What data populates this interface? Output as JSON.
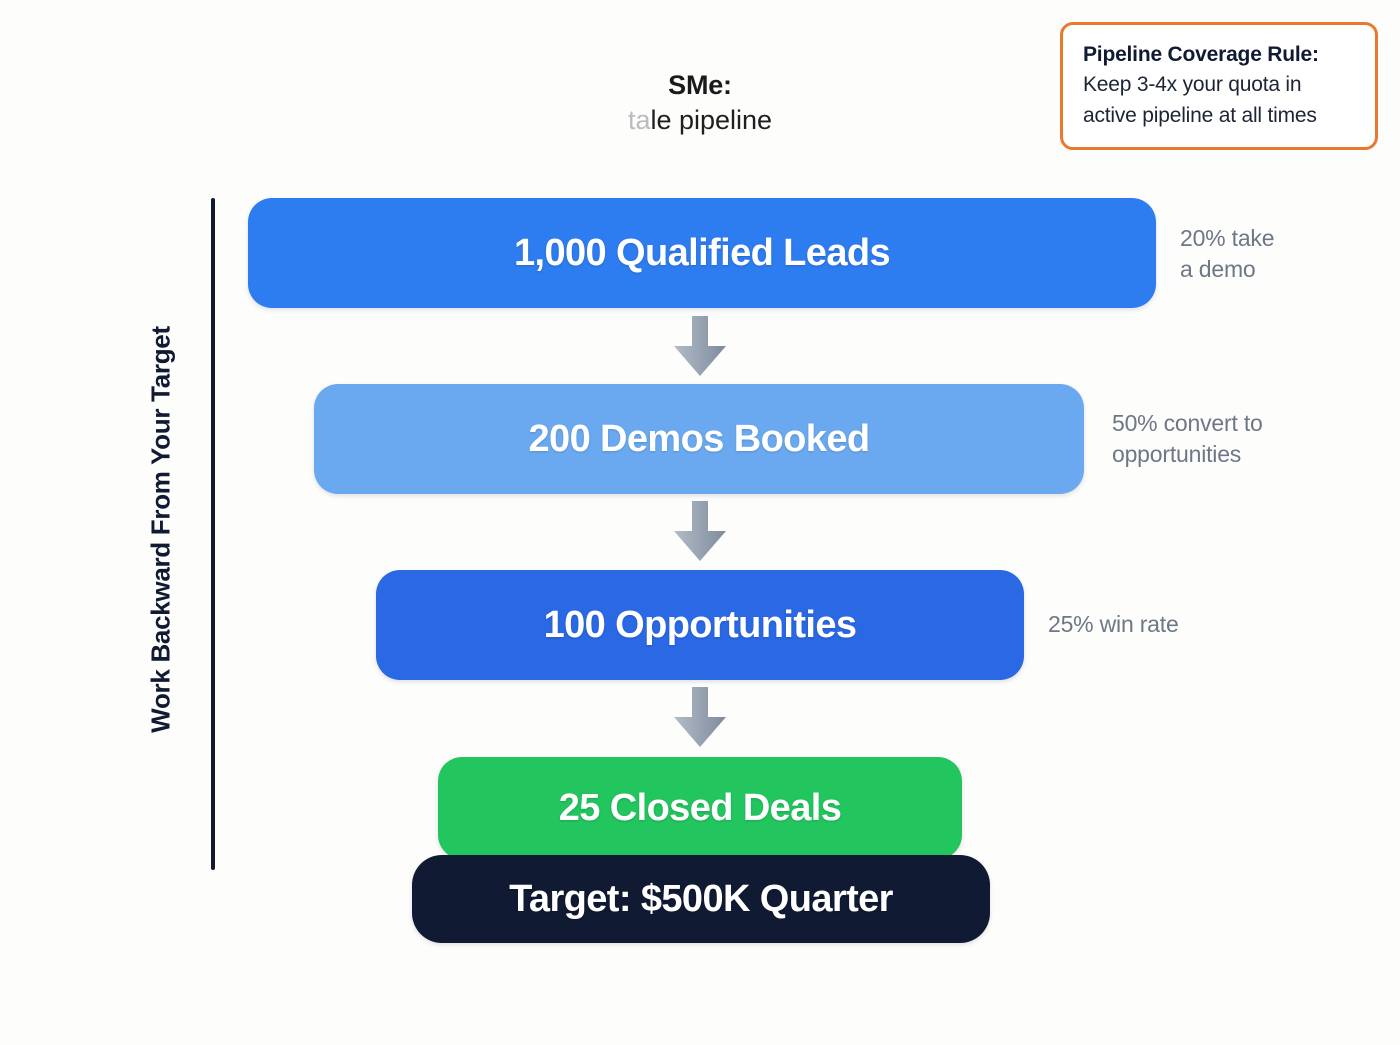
{
  "title": {
    "line1": "SMe:",
    "line2_prefix": "ta",
    "line2": "le pipeline"
  },
  "callout": {
    "heading": "Pipeline Coverage Rule:",
    "body": "Keep 3-4x your quota in active pipeline at all times",
    "border_color": "#e8792f"
  },
  "axis": {
    "label": "Work Backward From Your Target"
  },
  "chart_data": {
    "type": "bar",
    "title": "SMe: tale pipeline",
    "orientation": "funnel",
    "categories": [
      "1,000 Qualified Leads",
      "200 Demos Booked",
      "100 Opportunities",
      "25 Closed Deals",
      "Target: $500K Quarter"
    ],
    "values": [
      1000,
      200,
      100,
      25,
      null
    ],
    "stages": [
      {
        "label": "1,000 Qualified Leads",
        "value": 1000,
        "color": "#2d7cf0",
        "note": "20% take a demo",
        "note_lines": [
          "20% take",
          "a demo"
        ]
      },
      {
        "label": "200 Demos Booked",
        "value": 200,
        "color": "#6aa9f0",
        "note": "50% convert to opportunities",
        "note_lines": [
          "50% convert to",
          "opportunities"
        ]
      },
      {
        "label": "100 Opportunities",
        "value": 100,
        "color": "#2a68e4",
        "note": "25% win rate",
        "note_lines": [
          "25% win rate"
        ]
      },
      {
        "label": "25 Closed Deals",
        "value": 25,
        "color": "#22c55e",
        "note": "",
        "note_lines": []
      },
      {
        "label": "Target: $500K Quarter",
        "value": null,
        "color": "#101a33",
        "note": "",
        "note_lines": []
      }
    ],
    "conversion_rates": [
      "20%",
      "50%",
      "25%"
    ],
    "xlabel": "",
    "ylabel": "Work Backward From Your Target",
    "legend": [],
    "grid": false
  }
}
